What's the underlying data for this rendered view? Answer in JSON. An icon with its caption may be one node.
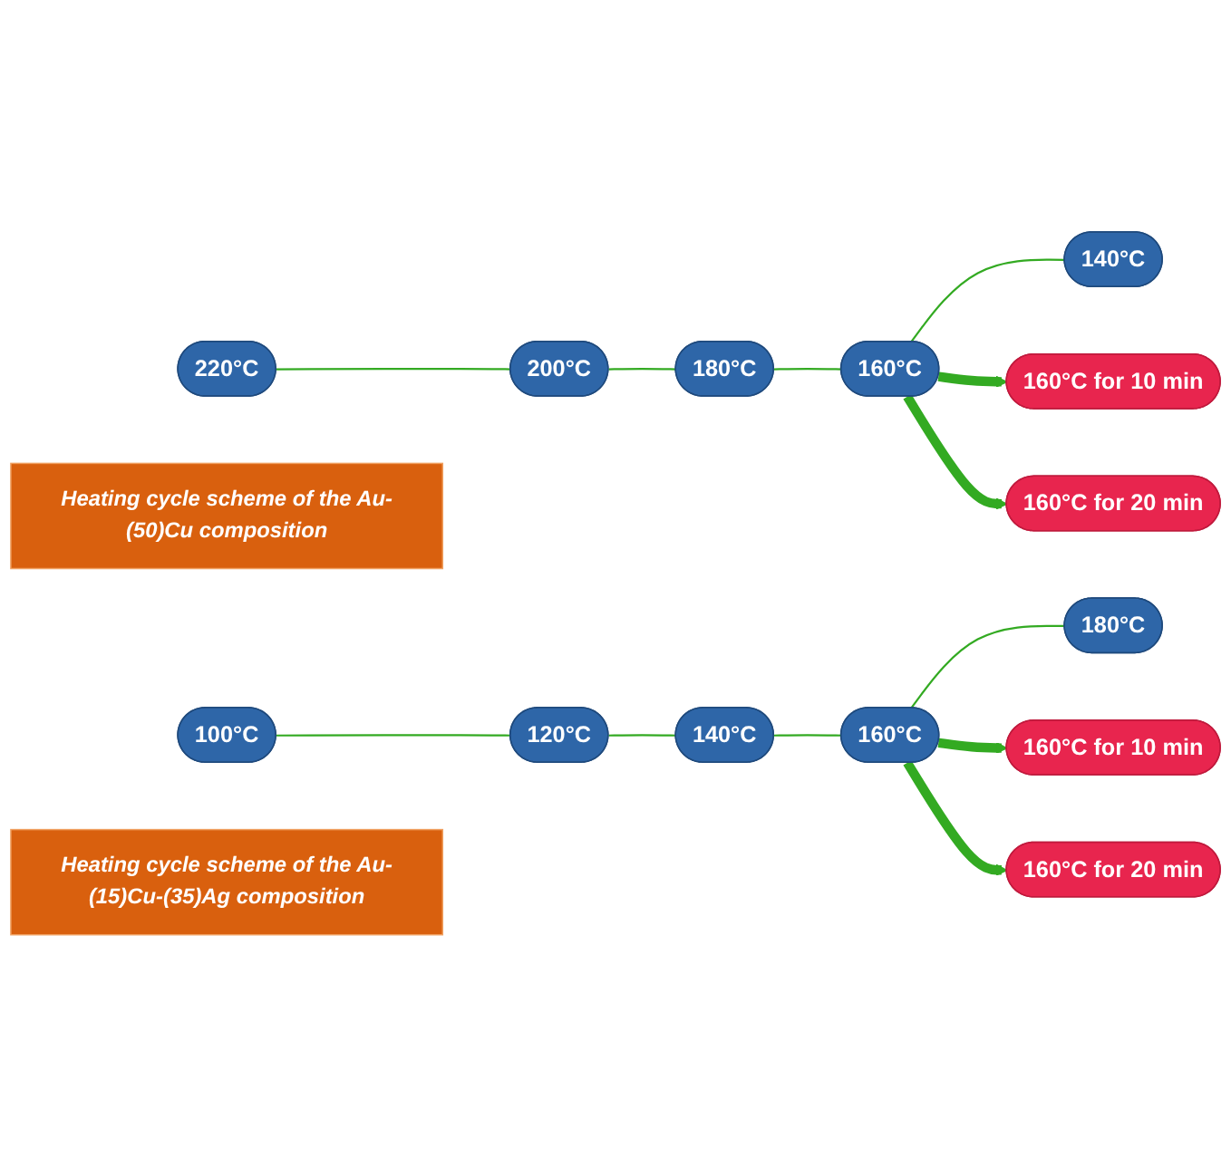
{
  "diagram": {
    "nodes": [
      {
        "text": [
          "220°C"
        ]
      },
      {
        "text": [
          "140°C"
        ]
      },
      {
        "text": [
          "200°C"
        ]
      },
      {
        "text": [
          "160°C"
        ]
      },
      {
        "text": [
          "160°C for 10 min"
        ]
      },
      {
        "text": [
          "180°C"
        ]
      },
      {
        "text": [
          "160°C for 20 min"
        ]
      },
      {
        "text": [
          "Heating cycle scheme of the Au-(50)Cu composition"
        ]
      },
      {
        "text": [
          "140°C"
        ]
      },
      {
        "text": [
          "160°C for 10 min"
        ]
      },
      {
        "text": [
          "120°C"
        ]
      },
      {
        "text": [
          "160°C"
        ]
      },
      {
        "text": [
          "160°C for 20 min"
        ]
      },
      {
        "text": [
          "180°C"
        ]
      },
      {
        "text": [
          "100°C"
        ]
      },
      {
        "text": [
          "Heating cycle scheme of the Au-(15)Cu-(35)Ag composition"
        ]
      }
    ],
    "edges": [
      {
        "from": 0,
        "to": 2,
        "arrow": "none"
      },
      {
        "from": 2,
        "to": 5,
        "arrow": "none"
      },
      {
        "from": 5,
        "to": 3,
        "arrow": "none"
      },
      {
        "from": 3,
        "to": 1,
        "arrow": "none"
      },
      {
        "from": 3,
        "to": 4,
        "arrow": "to",
        "style": "thick"
      },
      {
        "from": 3,
        "to": 6,
        "arrow": "to",
        "style": "thick"
      },
      {
        "from": 14,
        "to": 10,
        "arrow": "none"
      },
      {
        "from": 10,
        "to": 8,
        "arrow": "none"
      },
      {
        "from": 8,
        "to": 11,
        "arrow": "none"
      },
      {
        "from": 11,
        "to": 13,
        "arrow": "none"
      },
      {
        "from": 11,
        "to": 9,
        "arrow": "to",
        "style": "thick"
      },
      {
        "from": 11,
        "to": 12,
        "arrow": "to",
        "style": "thick"
      }
    ]
  }
}
